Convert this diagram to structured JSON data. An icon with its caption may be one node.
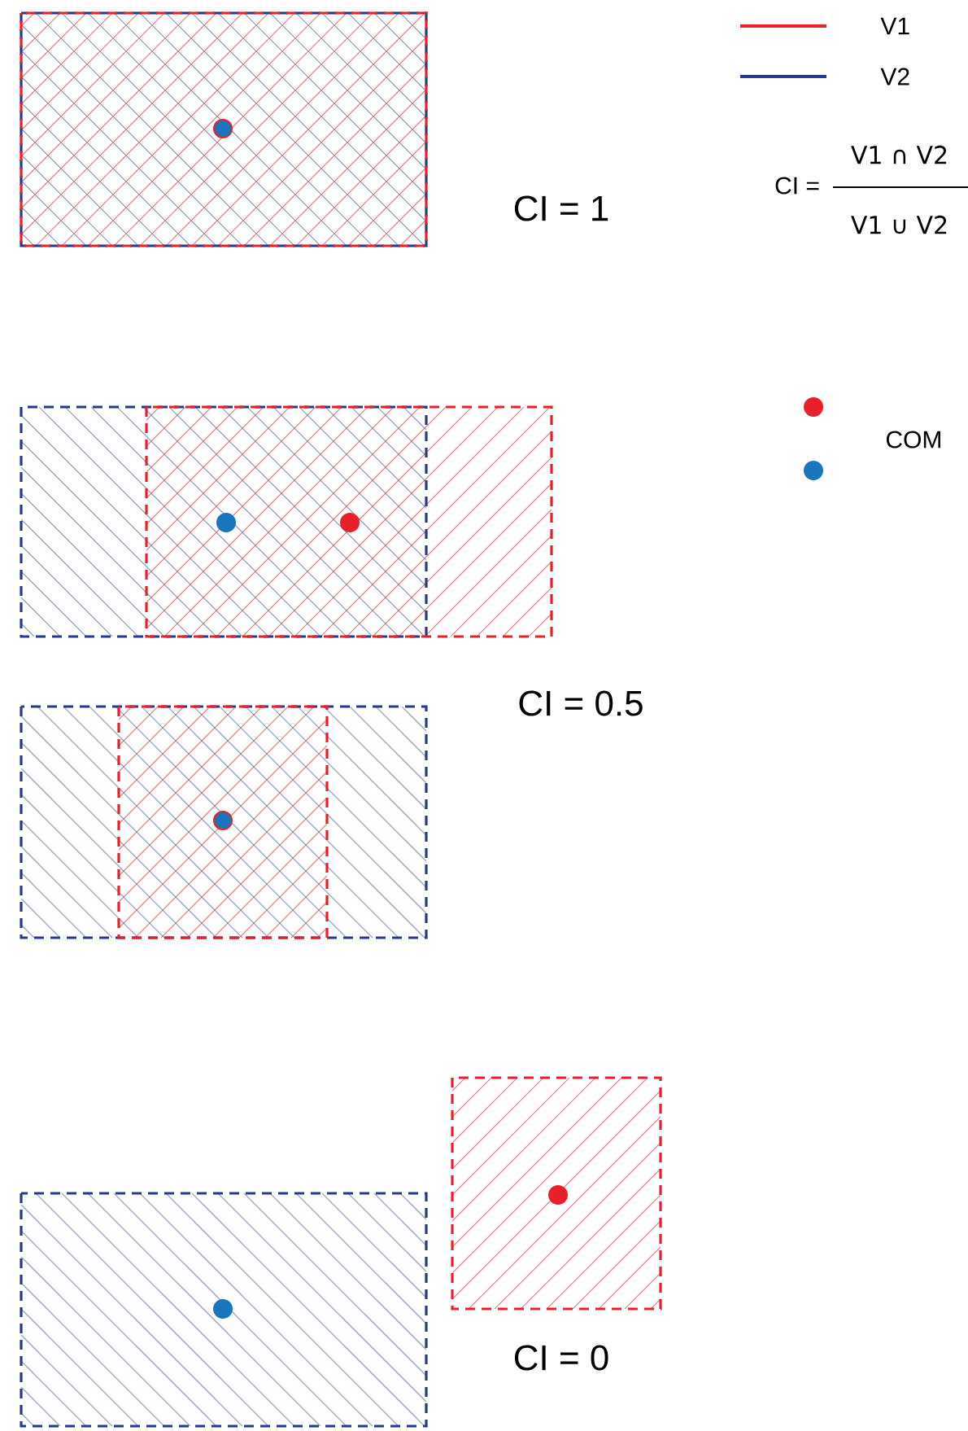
{
  "diagram": {
    "labels": [
      "CI =",
      "V1 ∩ V2",
      "V1 ∪ V2",
      "CI = 1",
      "CI = 0.5",
      "CI = 0"
    ],
    "legend": [
      {
        "text": "V1"
      },
      {
        "text": "V2"
      },
      {
        "text": "COM"
      }
    ]
  }
}
